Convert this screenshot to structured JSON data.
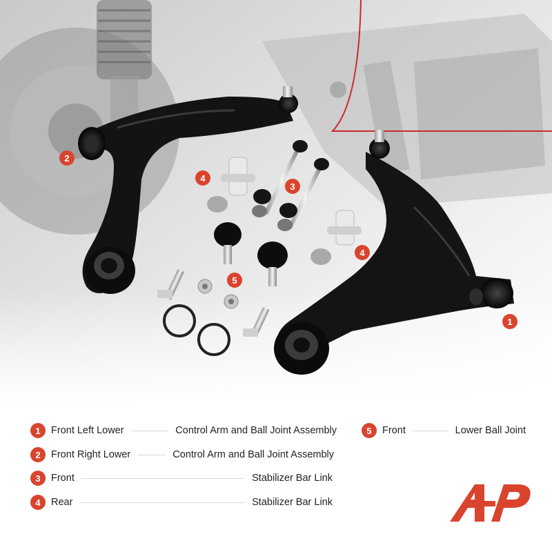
{
  "callouts": {
    "c1": "1",
    "c2": "2",
    "c3": "3",
    "c4a": "4",
    "c4b": "4",
    "c5": "5"
  },
  "legend": [
    {
      "num": "1",
      "part": "Front Left Lower",
      "desc": "Control Arm and Ball Joint Assembly"
    },
    {
      "num": "2",
      "part": "Front Right Lower",
      "desc": "Control Arm and Ball Joint Assembly"
    },
    {
      "num": "3",
      "part": "Front",
      "desc": "Stabilizer Bar Link"
    },
    {
      "num": "4",
      "part": "Rear",
      "desc": "Stabilizer Bar Link"
    },
    {
      "num": "5",
      "part": "Front",
      "desc": "Lower Ball Joint"
    }
  ],
  "colors": {
    "accent": "#d9442e",
    "arm": "#111111",
    "logo": "#d9442e"
  },
  "icons": {
    "logo": "brand-logo"
  }
}
